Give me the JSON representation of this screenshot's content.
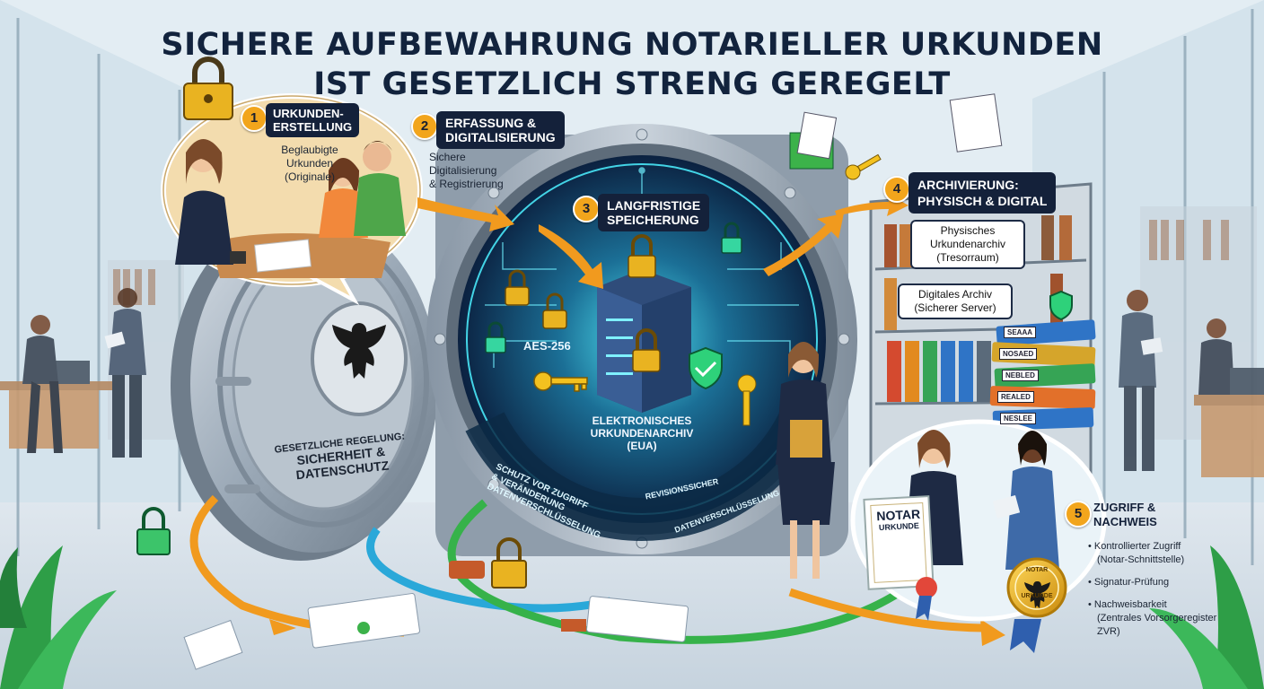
{
  "title": {
    "line1": "Sichere Aufbewahrung notarieller Urkunden",
    "line2": "ist gesetzlich streng geregelt"
  },
  "steps": [
    {
      "num": "1",
      "label_line1": "Urkunden-",
      "label_line2": "erstellung",
      "desc": [
        "Beglaubigte",
        "Urkunden",
        "(Originale)"
      ]
    },
    {
      "num": "2",
      "label_line1": "Erfassung &",
      "label_line2": "Digitalisierung",
      "desc": [
        "Sichere",
        "Digitalisierung",
        "& Registrierung"
      ]
    },
    {
      "num": "3",
      "label_line1": "Langfristige",
      "label_line2": "Speicherung"
    },
    {
      "num": "4",
      "label_line1": "Archivierung:",
      "label_line2": "Physisch & Digital"
    },
    {
      "num": "5",
      "label_line1": "Zugriff &",
      "label_line2": "Nachweis"
    }
  ],
  "vault_door": {
    "line1": "Gesetzliche Regelung:",
    "line2": "Sicherheit &",
    "line3": "Datenschutz"
  },
  "vault": {
    "encryption": "AES-256",
    "archive_line1": "Elektronisches",
    "archive_line2": "Urkundenarchiv",
    "archive_line3": "(EUA)",
    "ring_left_1": "Schutz vor Zugriff",
    "ring_left_2": "& Veränderung",
    "ring_left_3": "Datenverschlüsselung",
    "ring_center": "Revisionssicher",
    "ring_right": "Datenverschlüsselung"
  },
  "archive": {
    "physical_line1": "Physisches",
    "physical_line2": "Urkundenarchiv",
    "physical_line3": "(Tresorraum)",
    "digital_line1": "Digitales Archiv",
    "digital_line2": "(Sicherer Server)",
    "folders": [
      "SEAAA",
      "NOSAED",
      "NEBLED",
      "REALED",
      "NESLEE"
    ]
  },
  "access": {
    "items": [
      "Kontrollierter Zugriff",
      "(Notar-Schnittstelle)",
      "Signatur-Prüfung",
      "Nachweisbarkeit",
      "(Zentrales Vorsorgeregister",
      "ZVR)"
    ]
  },
  "document": {
    "line1": "NOTAR",
    "line2": "URKUNDE"
  },
  "seal": {
    "line1": "NOTAR",
    "line2": "URKUNDE"
  },
  "colors": {
    "navy": "#14213a",
    "orange": "#f2a51c",
    "vault_steel": "#a9b6c3",
    "cyber_teal": "#23c4d9",
    "gold": "#e8b41f"
  }
}
